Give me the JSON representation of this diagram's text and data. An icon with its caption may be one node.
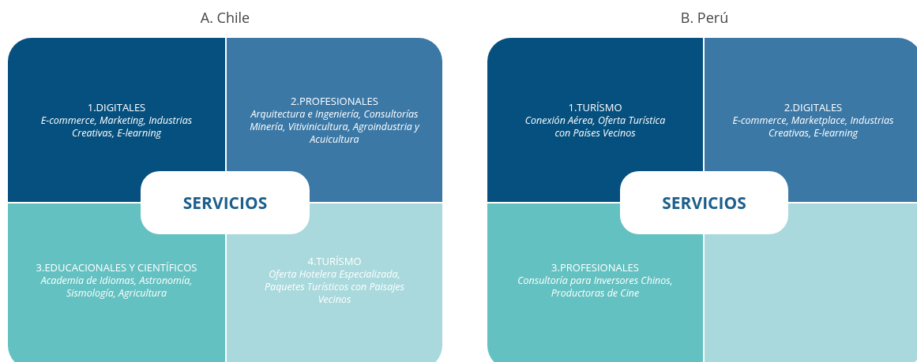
{
  "diagram": {
    "nodes": [
      {
        "text": [
          "1.DIGITALES",
          "E-commerce, Marketing, Industrias Creativas, E-learning"
        ]
      },
      {
        "text": [
          "2.PROFESIONALES",
          "Arquitectura e Ingeniería, Consultorías Minería, Vitivinicultura, Agroindustria y Acuicultura"
        ]
      },
      {
        "text": [
          "SERVICIOS"
        ]
      },
      {
        "text": [
          "3.EDUCACIONALES Y CIENTÍFICOS",
          "Academia de Idiomas, Astronomía, Sismología, Agricultura"
        ]
      },
      {
        "text": [
          "4.TURÍSMO",
          "Oferta Hotelera Especializada, Paquetes Turísticos con Paisajes Vecinos"
        ]
      },
      {
        "text": [
          "1.TURÍSMO",
          "Conexión Aérea, Oferta Turística con Países Vecinos"
        ]
      },
      {
        "text": [
          "2.DIGITALES",
          "E-commerce, Marketplace, Industrias Creativas, E-learning"
        ]
      },
      {
        "text": [
          "SERVICIOS"
        ]
      },
      {
        "text": [
          "3.PROFESIONALES",
          "Consultoría para Inversores Chinos, Productoras de Cine"
        ]
      },
      {
        "text": [],
        "shape": "box"
      }
    ],
    "labels": [
      "A. Chile",
      "B. Perú"
    ]
  }
}
